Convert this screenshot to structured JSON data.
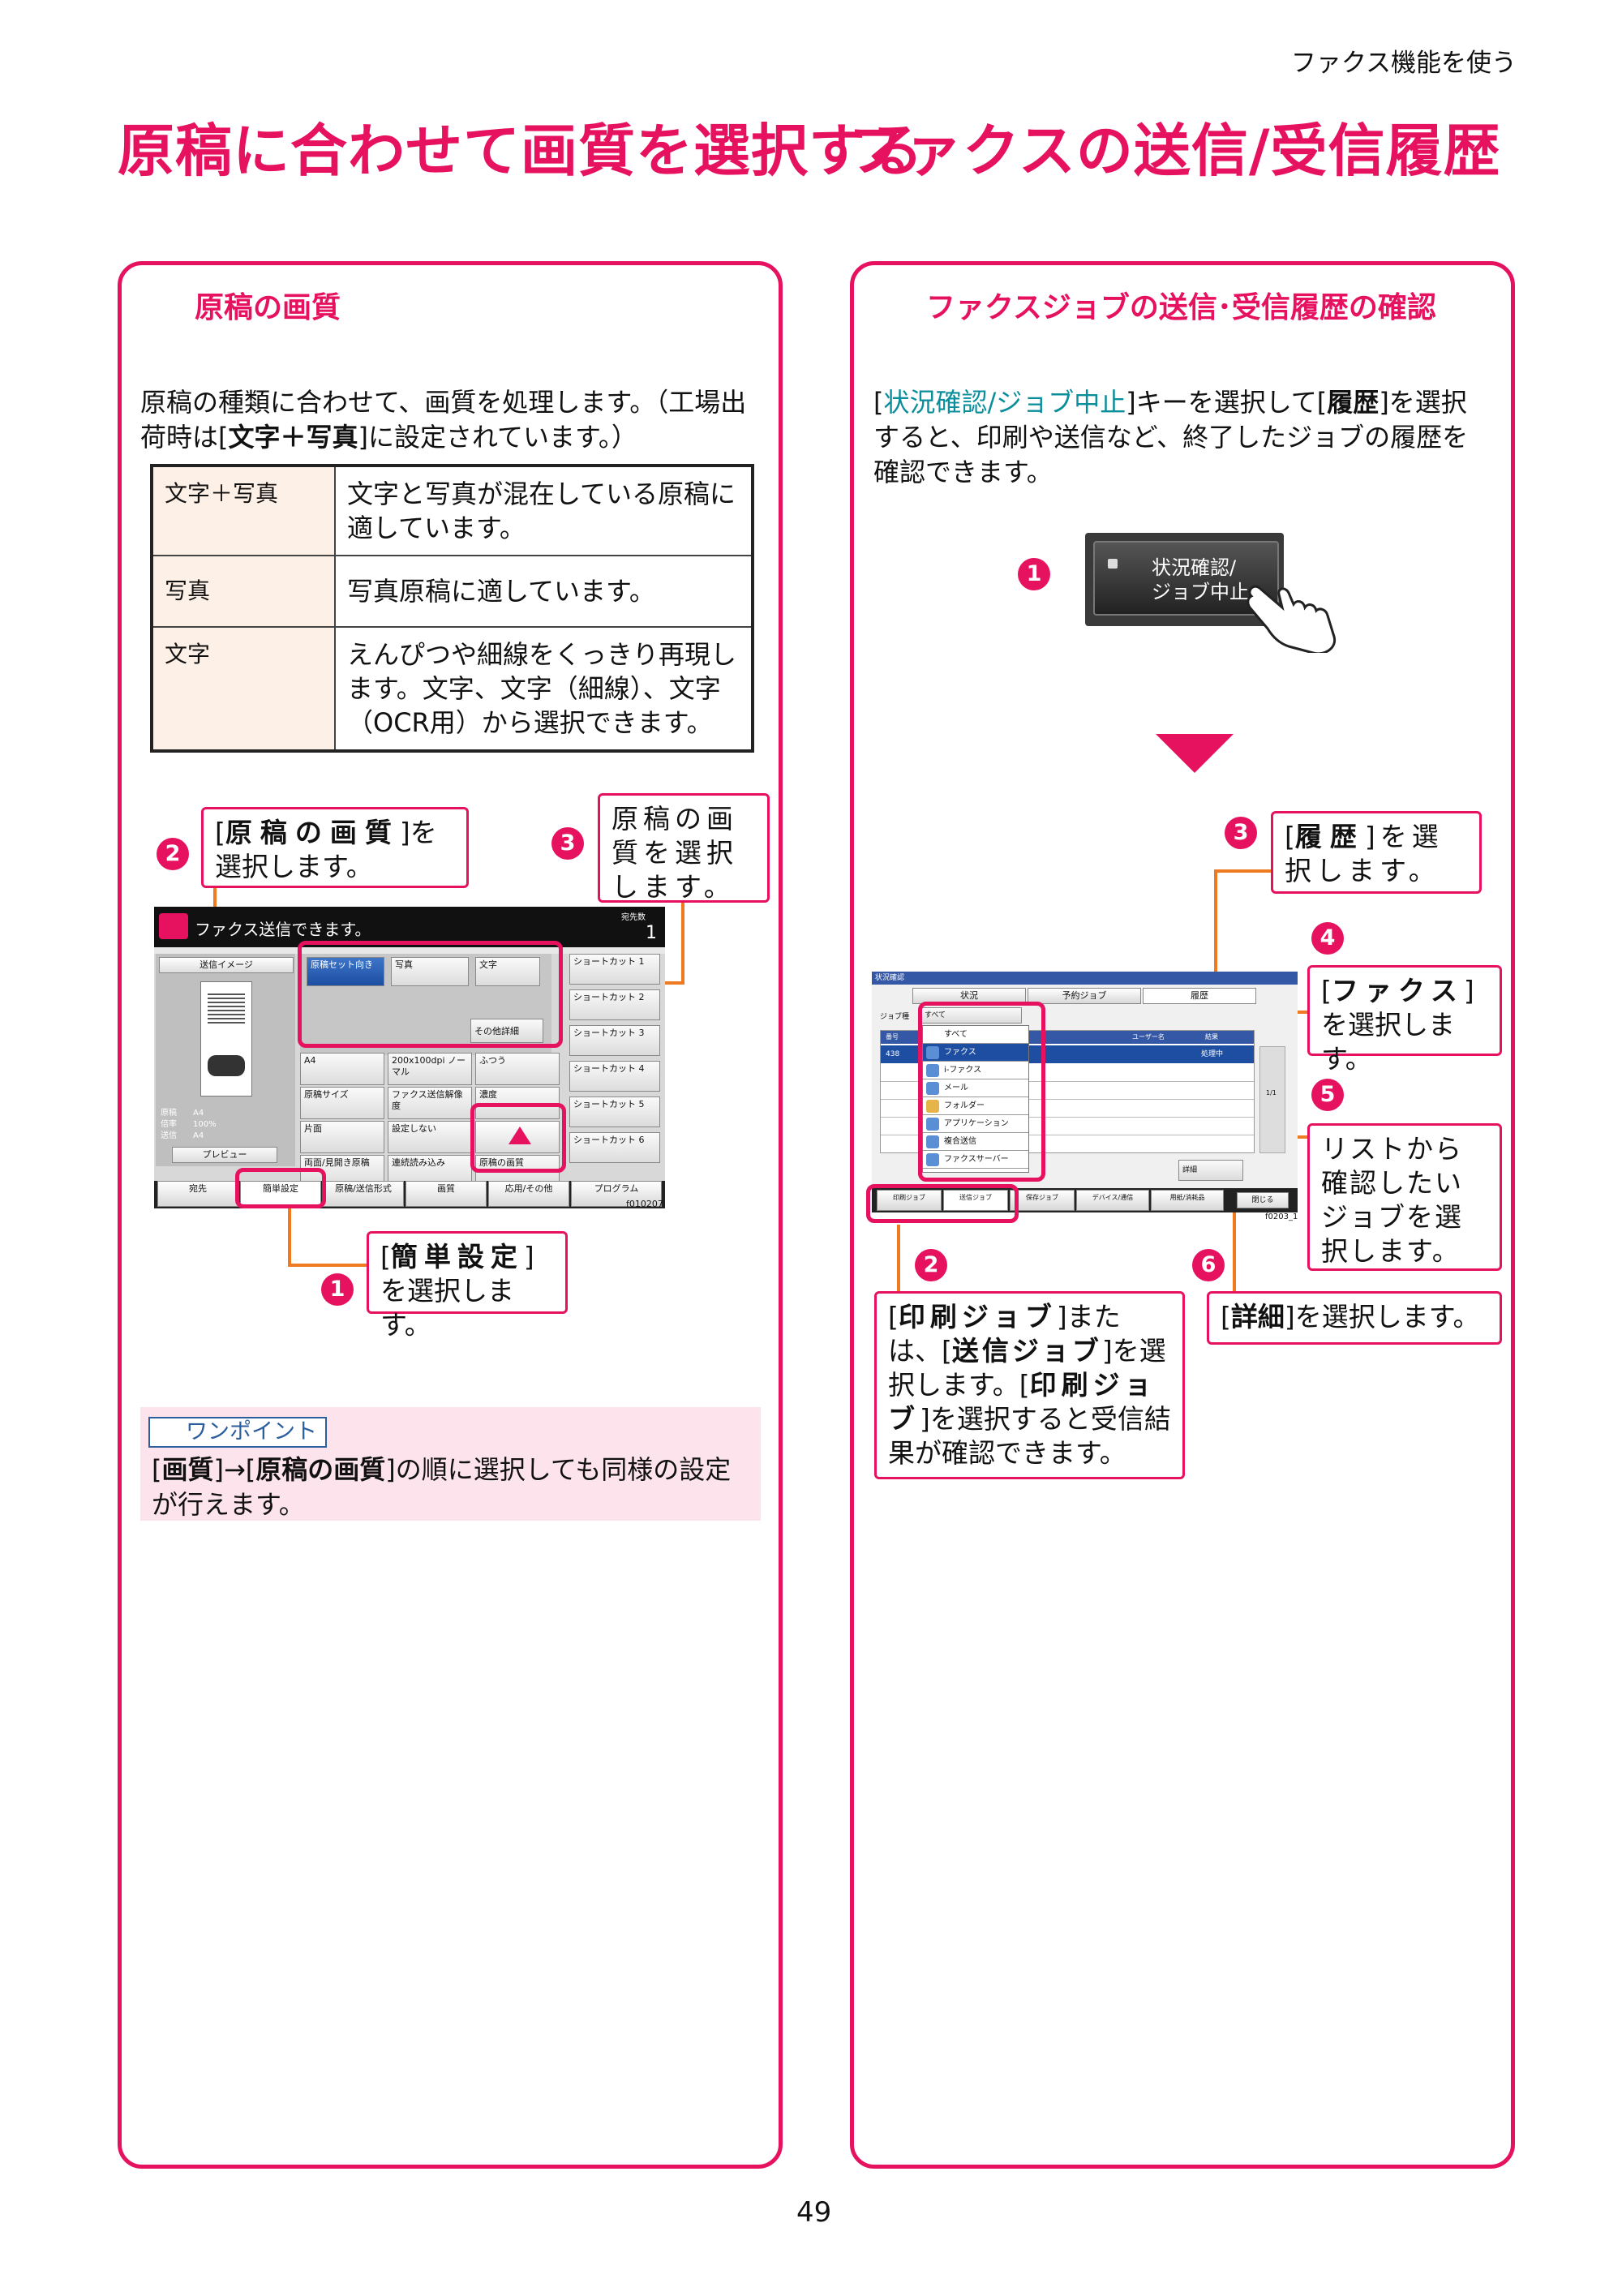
{
  "header_section": "ファクス機能を使う",
  "title_left": "原稿に合わせて画質を選択する",
  "title_right": "ファクスの送信/受信履歴",
  "page_number": "49",
  "left": {
    "heading": "原稿の画質",
    "intro_1": "原稿の種類に合わせて、画質を処理します。（工場出荷時は[",
    "intro_bold": "文字＋写真",
    "intro_2": "]に設定されています。）",
    "table": [
      {
        "key": "文字＋写真",
        "value": "文字と写真が混在している原稿に適しています。"
      },
      {
        "key": "写真",
        "value": "写真原稿に適しています。"
      },
      {
        "key": "文字",
        "value": "えんぴつや細線をくっきり再現します。文字、文字（細線）、文字（OCR用）から選択できます。"
      }
    ],
    "callouts": {
      "c1_num": "1",
      "c1_bold": "簡単設定",
      "c1_text": "]を選択します。",
      "c2_num": "2",
      "c2_bold": "原稿の画質",
      "c2_text": "]を選択します。",
      "c3_num": "3",
      "c3_text": "原稿の画質を選択します。"
    },
    "screen": {
      "status": "ファクス送信できます。",
      "dest_label": "宛先数",
      "dest_count": "1",
      "preview_title": "送信イメージ",
      "preview_meta": [
        "原稿　　A4",
        "倍率　　100%",
        "送信　　A4"
      ],
      "preview_btn": "プレビュー",
      "opt_sel": "原稿セット向き",
      "opt_photo": "写真",
      "opt_text": "文字",
      "other_detail": "その他詳細",
      "cells": [
        "A4",
        "200x100dpi ノーマル",
        "ふつう",
        "原稿サイズ",
        "ファクス送信解像度",
        "濃度",
        "片面",
        "設定しない",
        "両面/見開き原稿",
        "連続読み込み",
        "原稿の画質"
      ],
      "shortcuts": [
        "ショートカット 1",
        "ショートカット 2",
        "ショートカット 3",
        "ショートカット 4",
        "ショートカット 5",
        "ショートカット 6"
      ],
      "tabs": [
        "宛先",
        "簡単設定",
        "原稿/送信形式",
        "画質",
        "応用/その他",
        "プログラム"
      ],
      "image_code": "f010207"
    },
    "tip_label": "ワンポイント",
    "tip_1": "[",
    "tip_b1": "画質",
    "tip_2": "]→[",
    "tip_b2": "原稿の画質",
    "tip_3": "]の順に選択しても同様の設定が行えます。"
  },
  "right": {
    "heading": "ファクスジョブの送信･受信履歴の確認",
    "intro_1": "[",
    "intro_key": "状況確認/ジョブ中止",
    "intro_2": "]キーを選択して[",
    "intro_bold": "履歴",
    "intro_3": "]を選択すると、印刷や送信など、終了したジョブの履歴を確認できます。",
    "key_line1": "状況確認/",
    "key_line2": "ジョブ中止",
    "callouts": {
      "n1": "1",
      "c2_num": "2",
      "c2_text_1": "[",
      "c2_b1": "印刷ジョブ",
      "c2_text_2": "]または、[",
      "c2_b2": "送信ジョブ",
      "c2_text_3": "]を選択します。[",
      "c2_b3": "印刷ジョブ",
      "c2_text_4": "]を選択すると受信結果が確認できます。",
      "c3_num": "3",
      "c3_bold": "履歴",
      "c3_text": "]を選択します。",
      "c4_num": "4",
      "c4_bold": "ファクス",
      "c4_text": "]を選択します。",
      "c5_num": "5",
      "c5_text": "リストから確認したいジョブを選択します。",
      "c6_num": "6",
      "c6_bold": "詳細",
      "c6_text": "]を選択します。"
    },
    "screen": {
      "title": "状況確認",
      "tabs_top": [
        "状況",
        "予約ジョブ",
        "履歴"
      ],
      "filter_label": "ジョブ種",
      "filter_value": "すべて",
      "columns": [
        "番号",
        "",
        "ユーザー名",
        "結果"
      ],
      "row": [
        "438",
        "処理中"
      ],
      "menu": [
        "すべて",
        "ファクス",
        "i-ファクス",
        "メール",
        "フォルダー",
        "アプリケーション",
        "複合送信",
        "ファクスサーバー"
      ],
      "page": "1/1",
      "detail_btn": "詳細",
      "tabs_bottom": [
        "印刷ジョブ",
        "送信ジョブ",
        "保存ジョブ",
        "デバイス/通信",
        "用紙/消耗品"
      ],
      "close_btn": "閉じる",
      "image_code": "f0203_1"
    }
  }
}
